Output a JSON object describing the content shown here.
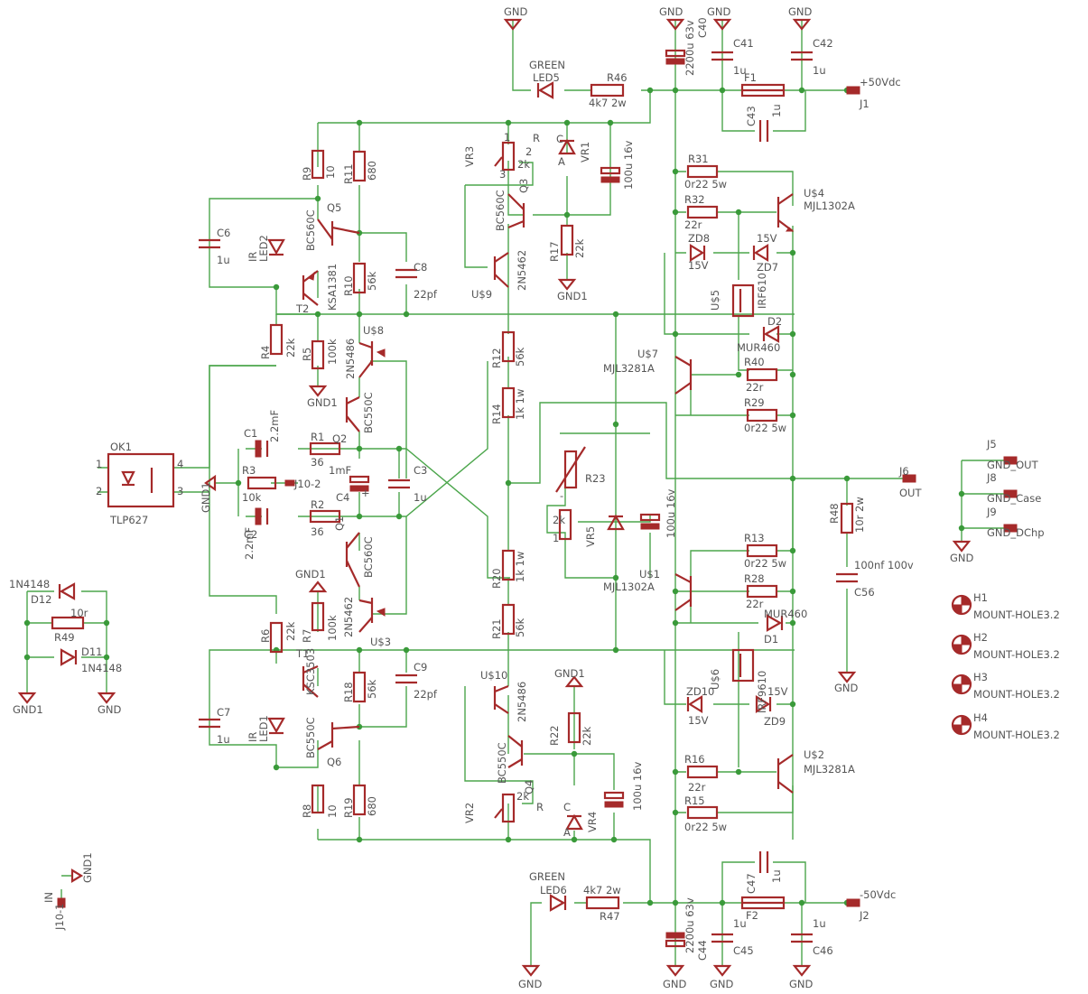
{
  "components": {
    "r9": {
      "name": "R9",
      "value": "10"
    },
    "r11": {
      "name": "R11",
      "value": "680"
    },
    "r10": {
      "name": "R10",
      "value": "56k"
    },
    "r4": {
      "name": "R4",
      "value": "22k"
    },
    "r5": {
      "name": "R5",
      "value": "100k"
    },
    "r1": {
      "name": "R1",
      "value": "36"
    },
    "r2": {
      "name": "R2",
      "value": "36"
    },
    "r3": {
      "name": "R3",
      "value": "10k"
    },
    "r6": {
      "name": "R6",
      "value": "22k"
    },
    "r7": {
      "name": "R7",
      "value": "100k"
    },
    "r18": {
      "name": "R18",
      "value": "56k"
    },
    "r8": {
      "name": "R8",
      "value": "10"
    },
    "r19": {
      "name": "R19",
      "value": "680"
    },
    "r12": {
      "name": "R12",
      "value": "56k"
    },
    "r14": {
      "name": "R14",
      "value": "1k 1w"
    },
    "r20": {
      "name": "R20",
      "value": "1k 1w"
    },
    "r21": {
      "name": "R21",
      "value": "56k"
    },
    "r17": {
      "name": "R17",
      "value": "22k"
    },
    "r22": {
      "name": "R22",
      "value": "22k"
    },
    "r46": {
      "name": "R46",
      "value": "4k7 2w"
    },
    "r47": {
      "name": "R47",
      "value": "4k7 2w"
    },
    "r31": {
      "name": "R31",
      "value": "0r22 5w"
    },
    "r32": {
      "name": "R32",
      "value": "22r"
    },
    "r40": {
      "name": "R40",
      "value": "22r"
    },
    "r29": {
      "name": "R29",
      "value": "0r22 5w"
    },
    "r13": {
      "name": "R13",
      "value": "0r22 5w"
    },
    "r28": {
      "name": "R28",
      "value": "22r"
    },
    "r16": {
      "name": "R16",
      "value": "22r"
    },
    "r15": {
      "name": "R15",
      "value": "0r22 5w"
    },
    "r48": {
      "name": "R48",
      "value": "10r 2w"
    },
    "r49": {
      "name": "R49",
      "value": "10r"
    },
    "c6": {
      "name": "C6",
      "value": "1u"
    },
    "c7": {
      "name": "C7",
      "value": "1u"
    },
    "c8": {
      "name": "C8",
      "value": "22pf"
    },
    "c9": {
      "name": "C9",
      "value": "22pf"
    },
    "c1": {
      "name": "C1",
      "value": "2.2mF"
    },
    "c2": {
      "name": "C2",
      "value": "2.2mF"
    },
    "c3": {
      "name": "C3",
      "value": "1u"
    },
    "c4": {
      "name": "C4",
      "value": "1mF"
    },
    "c40": {
      "name": "C40",
      "value": "2200u 63v"
    },
    "c44": {
      "name": "C44",
      "value": "2200u 63v"
    },
    "c41": {
      "name": "C41",
      "value": "1u"
    },
    "c42": {
      "name": "C42",
      "value": "1u"
    },
    "c43": {
      "name": "C43",
      "value": "1u"
    },
    "c45": {
      "name": "C45",
      "value": "1u"
    },
    "c46": {
      "name": "C46",
      "value": "1u"
    },
    "c47": {
      "name": "C47",
      "value": "1u"
    },
    "c56": {
      "name": "C56",
      "value": "100nf 100v"
    },
    "cvr1": {
      "value": "100u 16v"
    },
    "cvr4": {
      "value": "100u 16v"
    },
    "cvr5": {
      "value": "100u 16v"
    },
    "q5": {
      "name": "Q5",
      "value": "BC560C"
    },
    "t2": {
      "name": "T2",
      "value": "KSA1381"
    },
    "u8": {
      "name": "U$8",
      "value": "2N5486"
    },
    "q2": {
      "name": "Q2",
      "value": "BC550C"
    },
    "q1": {
      "name": "Q1",
      "value": "BC560C"
    },
    "u3": {
      "name": "U$3",
      "value": "2N5462"
    },
    "t1": {
      "name": "T1",
      "value": "KSC3503"
    },
    "q6": {
      "name": "Q6",
      "value": "BC550C"
    },
    "q3": {
      "name": "Q3",
      "value": "BC560C"
    },
    "u9": {
      "name": "U$9",
      "value": "2N5462"
    },
    "u10": {
      "name": "U$10",
      "value": "2N5486"
    },
    "q4": {
      "name": "Q4",
      "value": "BC550C"
    },
    "u4": {
      "name": "U$4",
      "value": "MJL1302A"
    },
    "u7": {
      "name": "U$7",
      "value": "MJL3281A"
    },
    "u1": {
      "name": "U$1",
      "value": "MJL1302A"
    },
    "u2": {
      "name": "U$2",
      "value": "MJL3281A"
    },
    "u5": {
      "name": "U$5",
      "value": "IRF610"
    },
    "u6": {
      "name": "U$6",
      "value": "IRF9610"
    },
    "vr1": {
      "name": "VR1"
    },
    "vr3": {
      "name": "VR3",
      "value": "2k"
    },
    "vr2": {
      "name": "VR2",
      "value": "2k"
    },
    "vr4": {
      "name": "VR4"
    },
    "vr5": {
      "name": "VR5",
      "value": "2k"
    },
    "r23": {
      "name": "R23"
    },
    "led5": {
      "name": "LED5",
      "color": "GREEN"
    },
    "led6": {
      "name": "LED6",
      "color": "GREEN"
    },
    "led2": {
      "name": "LED2",
      "color": "IR"
    },
    "led1": {
      "name": "LED1",
      "color": "IR"
    },
    "zd8": {
      "name": "ZD8",
      "value": "15V"
    },
    "zd7": {
      "name": "ZD7",
      "value": "15V"
    },
    "zd10": {
      "name": "ZD10",
      "value": "15V"
    },
    "zd9": {
      "name": "ZD9",
      "value": "15V"
    },
    "d2": {
      "name": "D2",
      "value": "MUR460"
    },
    "d1": {
      "name": "D1",
      "value": "MUR460"
    },
    "d12": {
      "name": "D12",
      "value": "1N4148"
    },
    "d11": {
      "name": "D11",
      "value": "1N4148"
    },
    "f1": {
      "name": "F1"
    },
    "f2": {
      "name": "F2"
    },
    "ok1": {
      "name": "OK1",
      "value": "TLP627"
    },
    "h1": {
      "name": "H1",
      "value": "MOUNT-HOLE3.2"
    },
    "h2": {
      "name": "H2",
      "value": "MOUNT-HOLE3.2"
    },
    "h3": {
      "name": "H3",
      "value": "MOUNT-HOLE3.2"
    },
    "h4": {
      "name": "H4",
      "value": "MOUNT-HOLE3.2"
    }
  },
  "connectors": {
    "j1": {
      "name": "J1",
      "net": "+50Vdc"
    },
    "j2": {
      "name": "J2",
      "net": "-50Vdc"
    },
    "j6": {
      "name": "J6",
      "net": "OUT"
    },
    "j5": {
      "name": "J5",
      "net": "GND_OUT"
    },
    "j8": {
      "name": "J8",
      "net": "GND_Case"
    },
    "j9": {
      "name": "J9",
      "net": "GND_DChp"
    },
    "j10_1": {
      "name": "J10-1",
      "net": "IN"
    },
    "j10_2": {
      "name": "J10-2"
    }
  },
  "nets": {
    "gnd": "GND",
    "gnd1": "GND1"
  },
  "pin_marks": {
    "r": "R",
    "a": "A",
    "c": "C",
    "one": "1",
    "two": "2",
    "three": "3",
    "four": "4",
    "plus": "+",
    "minus": "-"
  },
  "colors": {
    "wire": "#4ca64c",
    "part": "#a52a2a",
    "text": "#555555",
    "background": "#ffffff"
  }
}
